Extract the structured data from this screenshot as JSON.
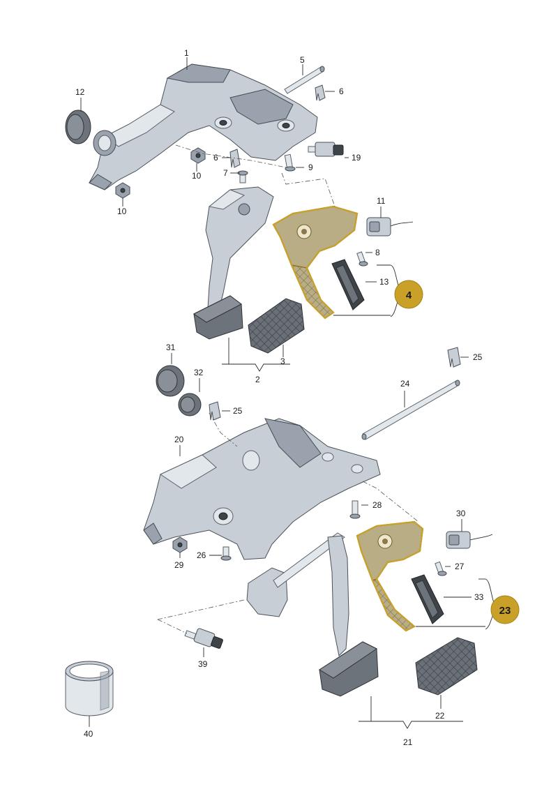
{
  "labels": {
    "p1": "1",
    "p2": "2",
    "p3": "3",
    "p5": "5",
    "p6a": "6",
    "p6b": "6",
    "p7": "7",
    "p8": "8",
    "p9": "9",
    "p10a": "10",
    "p10b": "10",
    "p11": "11",
    "p12": "12",
    "p13": "13",
    "p19": "19",
    "p20": "20",
    "p21": "21",
    "p22": "22",
    "p24": "24",
    "p25a": "25",
    "p25b": "25",
    "p26": "26",
    "p27": "27",
    "p28": "28",
    "p29": "29",
    "p30": "30",
    "p31": "31",
    "p32": "32",
    "p33": "33",
    "p39": "39",
    "p40": "40"
  },
  "badges": {
    "b4": "4",
    "b23": "23"
  },
  "colors": {
    "badge": "#c9a028",
    "highlight": "#c9a028",
    "part": "#c7ced6"
  }
}
